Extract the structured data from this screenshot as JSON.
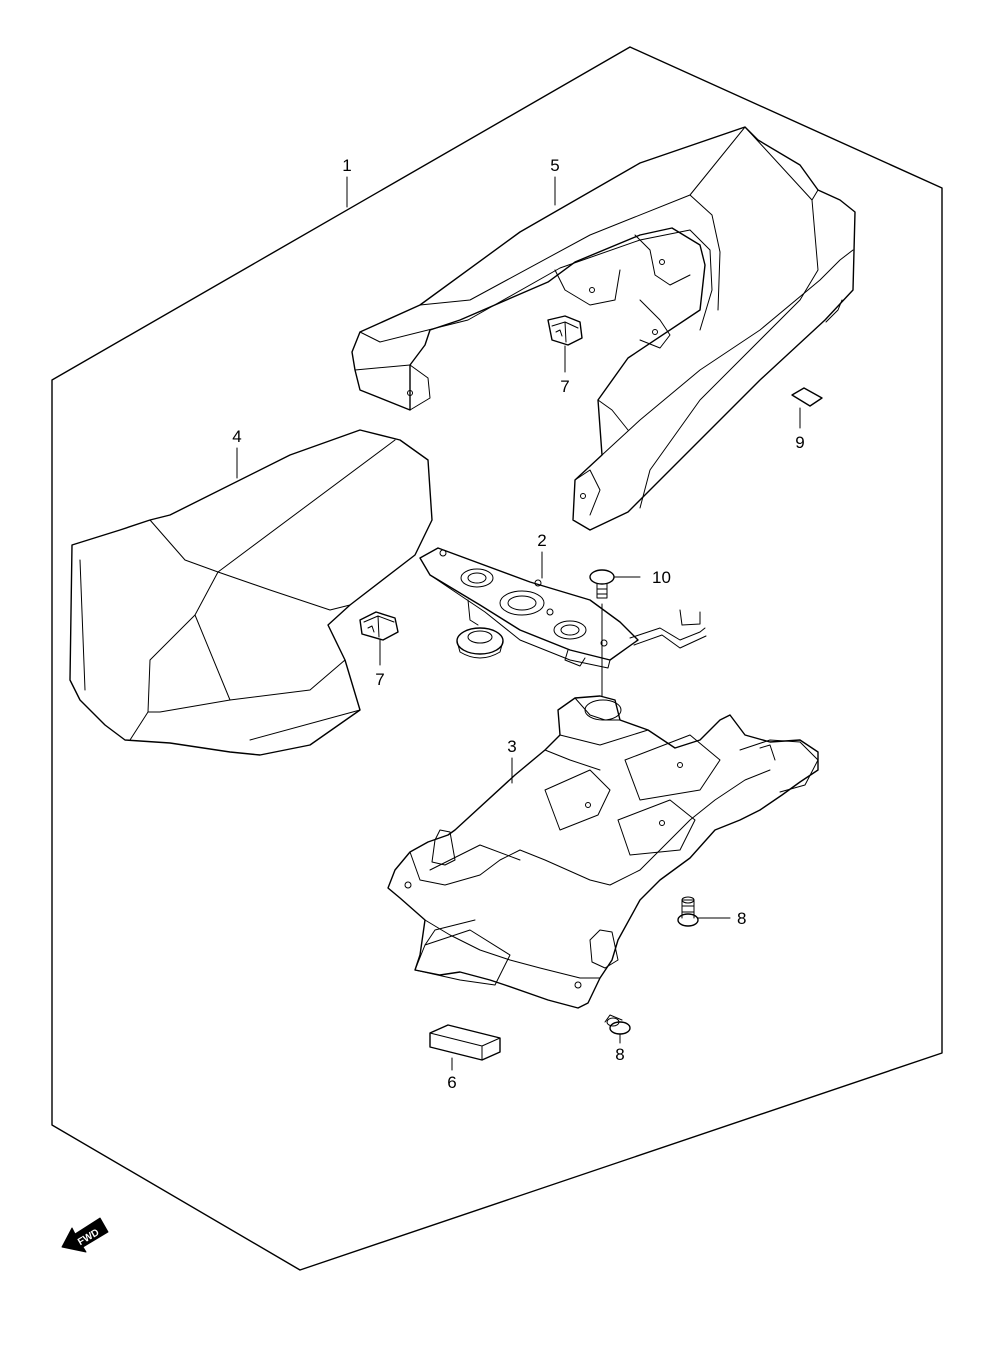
{
  "callouts": {
    "c1": "1",
    "c2": "2",
    "c3": "3",
    "c4": "4",
    "c5": "5",
    "c6": "6",
    "c7a": "7",
    "c7b": "7",
    "c8a": "8",
    "c8b": "8",
    "c9": "9",
    "c10": "10"
  },
  "fwd_label": "FWD"
}
